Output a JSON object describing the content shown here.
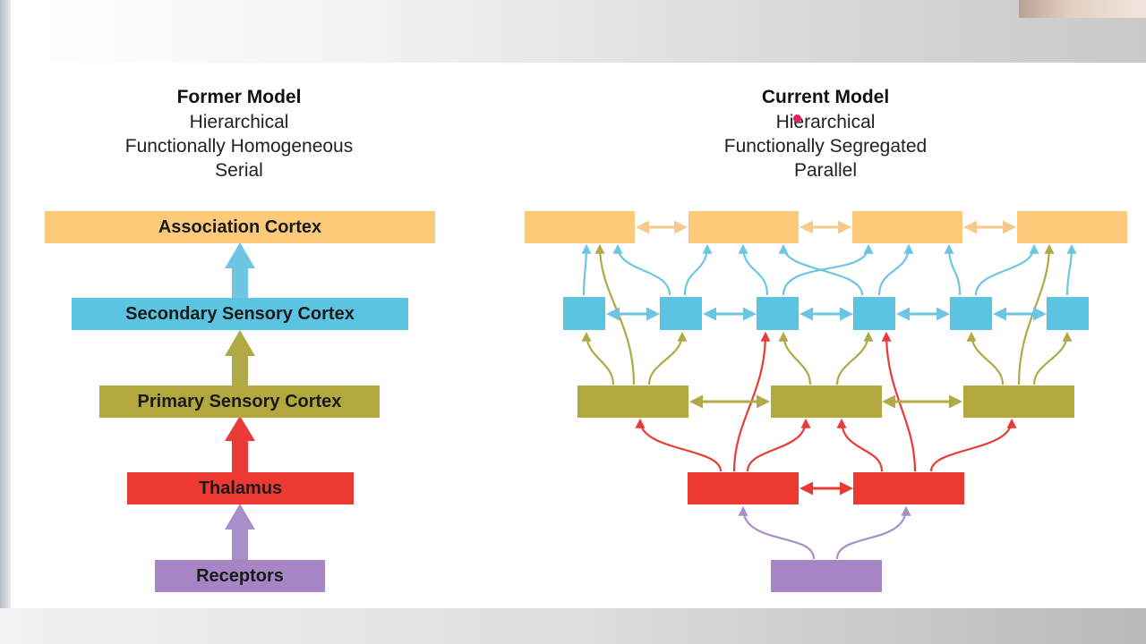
{
  "former": {
    "title": "Former Model",
    "lines": [
      "Hierarchical",
      "Functionally Homogeneous",
      "Serial"
    ],
    "levels": [
      {
        "label": "Association Cortex"
      },
      {
        "label": "Secondary Sensory Cortex"
      },
      {
        "label": "Primary Sensory Cortex"
      },
      {
        "label": "Thalamus"
      },
      {
        "label": "Receptors"
      }
    ]
  },
  "current": {
    "title": "Current Model",
    "lines": [
      "Hierarchical",
      "Functionally Segregated",
      "Parallel"
    ]
  },
  "colors": {
    "association": "#fdca7a",
    "association_arrow": "#f7c98c",
    "secondary": "#5bc4e0",
    "secondary_arrow": "#6cc6e3",
    "primary": "#b2a83e",
    "primary_arrow": "#b1a846",
    "thalamus": "#ec3a32",
    "thalamus_arrow": "#e93a35",
    "receptors": "#a585c4",
    "receptors_arrow": "#a88fc8"
  }
}
